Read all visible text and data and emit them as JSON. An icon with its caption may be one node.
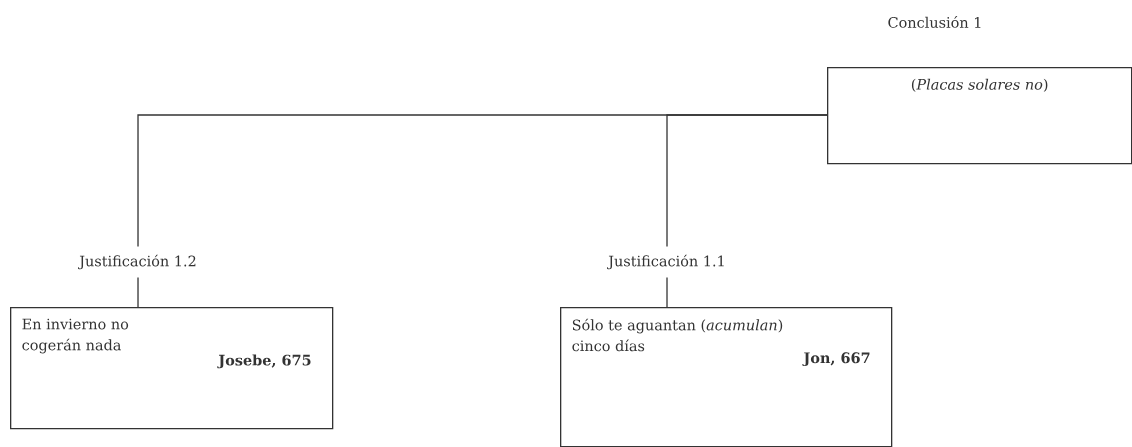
{
  "diagram": {
    "nodes": [
      {
        "text": [
          "Conclusión 1",
          "(*Placas solares no*)"
        ]
      },
      {
        "text": [
          "Justificación 1.2",
          "En invierno no cogerán nada",
          "Josebe, 675"
        ]
      },
      {
        "text": [
          "Justificación 1.1",
          "Sólo te aguantan (*acumulan*) cinco días",
          "Jon, 667"
        ]
      }
    ],
    "edges": [
      {
        "from": 0,
        "to": 1,
        "arrow": "none"
      },
      {
        "from": 0,
        "to": 2,
        "arrow": "none"
      }
    ]
  }
}
